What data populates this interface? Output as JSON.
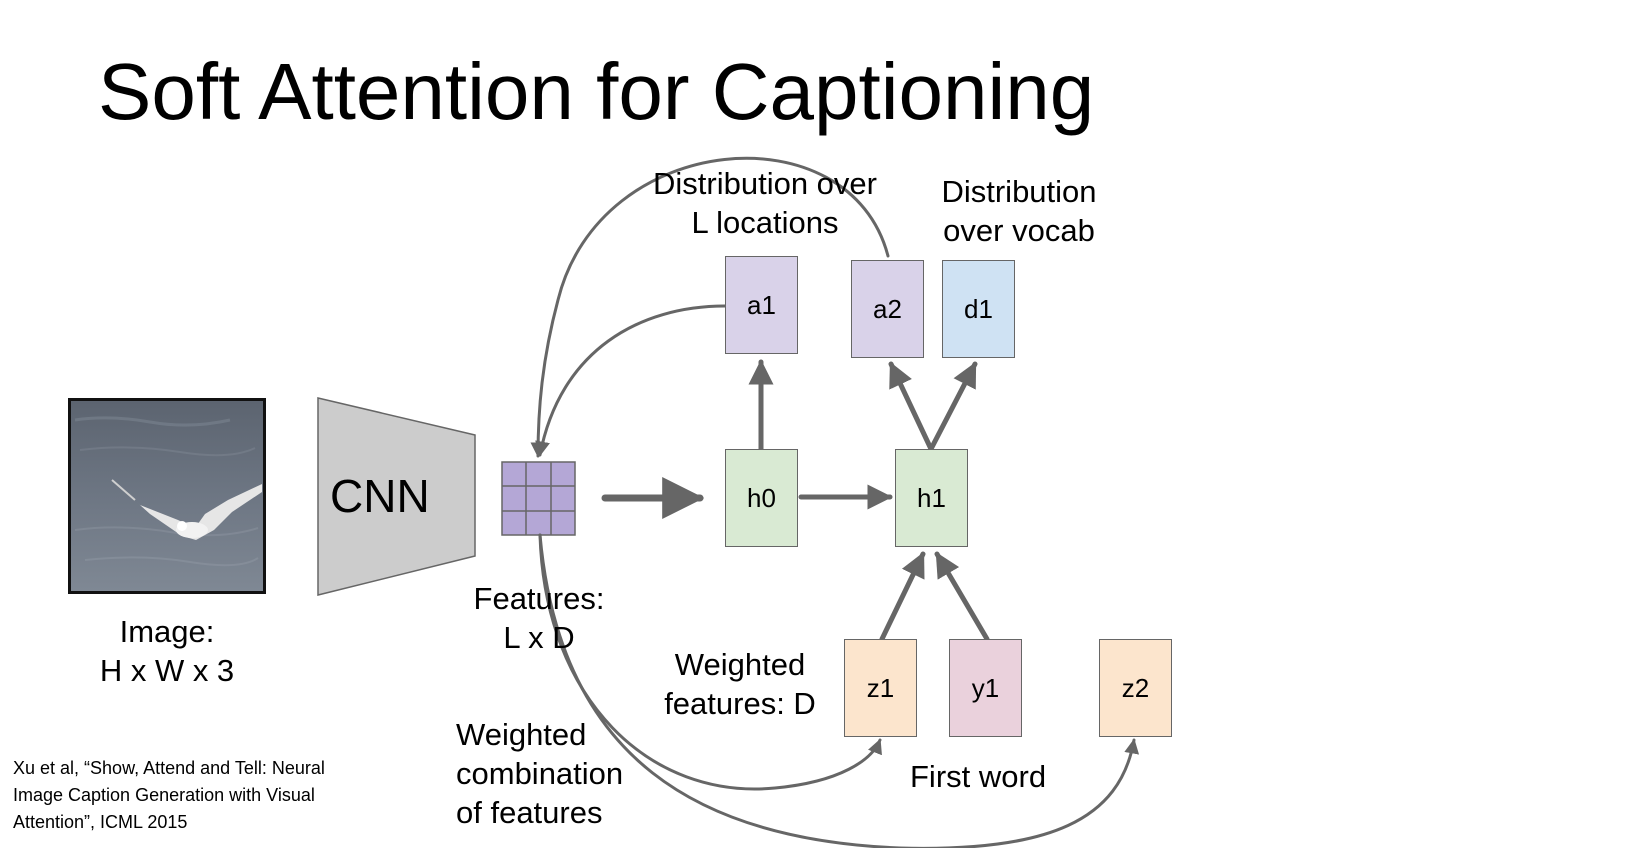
{
  "title": "Soft Attention for Captioning",
  "image_label": {
    "line1": "Image:",
    "line2": "H x W x 3"
  },
  "cnn_label": "CNN",
  "features_label": {
    "line1": "Features:",
    "line2": "L x D"
  },
  "dist_locations_label": {
    "line1": "Distribution over",
    "line2": "L locations"
  },
  "dist_vocab_label": {
    "line1": "Distribution",
    "line2": "over vocab"
  },
  "weighted_features_label": {
    "line1": "Weighted",
    "line2": "features: D"
  },
  "weighted_combination_label": {
    "line1": "Weighted",
    "line2": "combination",
    "line3": "of features"
  },
  "first_word_label": "First word",
  "nodes": {
    "a1": "a1",
    "a2": "a2",
    "d1": "d1",
    "h0": "h0",
    "h1": "h1",
    "z1": "z1",
    "y1": "y1",
    "z2": "z2"
  },
  "citation": {
    "line1": "Xu et al, “Show, Attend and Tell: Neural",
    "line2": "Image Caption Generation with Visual",
    "line3": "Attention”, ICML 2015"
  },
  "colors": {
    "attention_box": "#d9d2e9",
    "vocab_box": "#cfe2f3",
    "hidden_box": "#d9ead3",
    "feature_box": "#fce5cd",
    "word_box": "#ead1dc",
    "feature_grid": "#b4a7d6",
    "cnn_block": "#cccccc",
    "arrow": "#666666"
  },
  "icons": {
    "input_image": "seagull-photo",
    "feature_grid": "grid-3x3-icon"
  }
}
